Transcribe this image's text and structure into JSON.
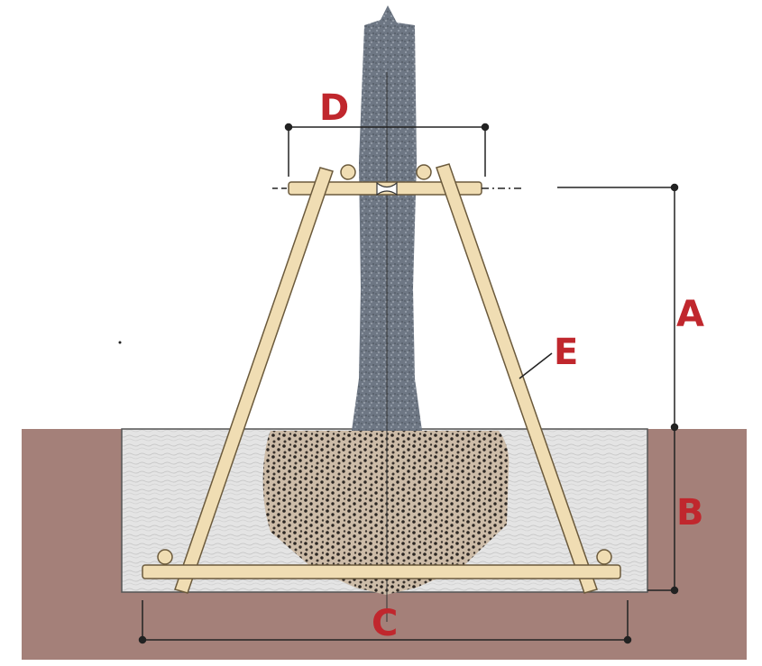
{
  "labels": {
    "A": "A",
    "B": "B",
    "C": "C",
    "D": "D",
    "E": "E"
  },
  "colors": {
    "label": "#c0272d",
    "soil": "#a48079",
    "backfill": "#e3e3e3",
    "trunk": "#6f7884",
    "rootball": "#cab8a5",
    "stake": "#f0ddb3",
    "stake_outline": "#6b5a3c",
    "dimension_line": "#222222"
  }
}
